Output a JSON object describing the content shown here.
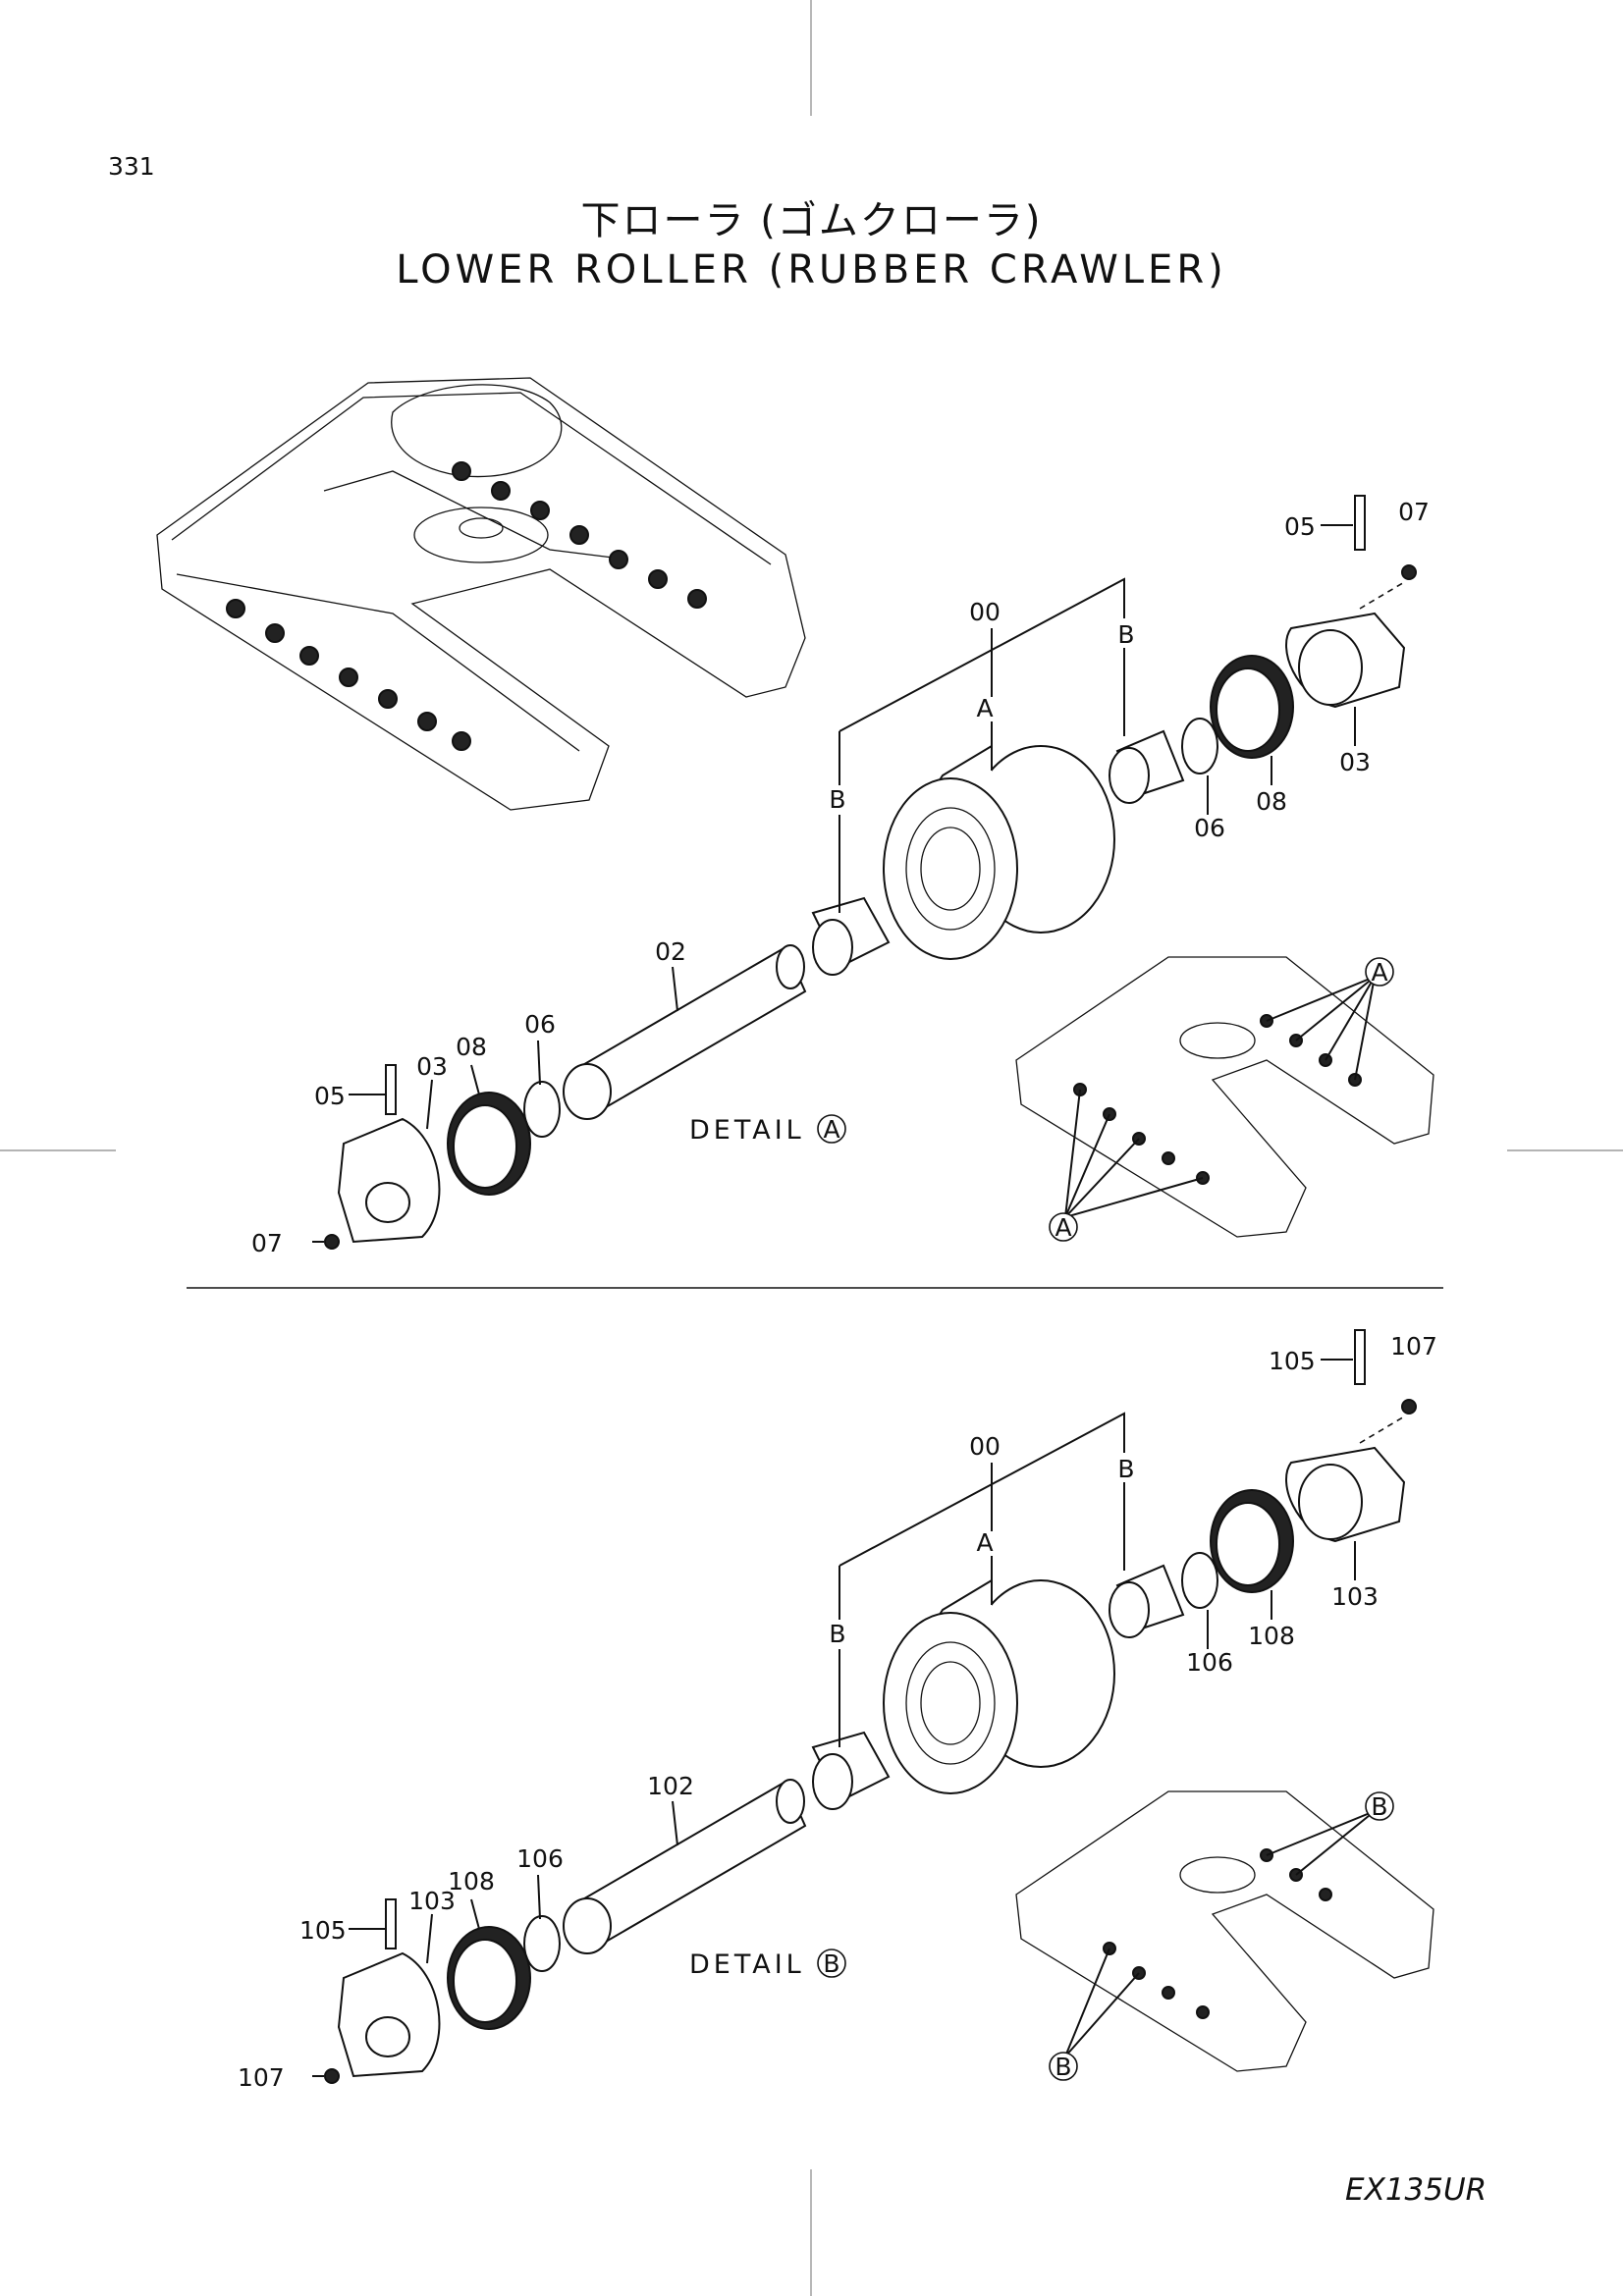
{
  "page_number": "331",
  "title_jp": "下ローラ (ゴムクローラ)",
  "title_en": "LOWER ROLLER (RUBBER CRAWLER)",
  "model_code": "EX135UR",
  "detail_a": {
    "caption": "DETAIL",
    "marker": "A",
    "labels": {
      "p00": "00",
      "pA": "A",
      "pB1": "B",
      "pB2": "B",
      "p02": "02",
      "p03a": "03",
      "p03b": "03",
      "p05a": "05",
      "p05b": "05",
      "p06a": "06",
      "p06b": "06",
      "p07a": "07",
      "p07b": "07",
      "p08a": "08",
      "p08b": "08"
    }
  },
  "detail_b": {
    "caption": "DETAIL",
    "marker": "B",
    "labels": {
      "p00": "00",
      "pA": "A",
      "pB1": "B",
      "pB2": "B",
      "p102": "102",
      "p103a": "103",
      "p103b": "103",
      "p105a": "105",
      "p105b": "105",
      "p106a": "106",
      "p106b": "106",
      "p107a": "107",
      "p107b": "107",
      "p108a": "108",
      "p108b": "108"
    }
  }
}
